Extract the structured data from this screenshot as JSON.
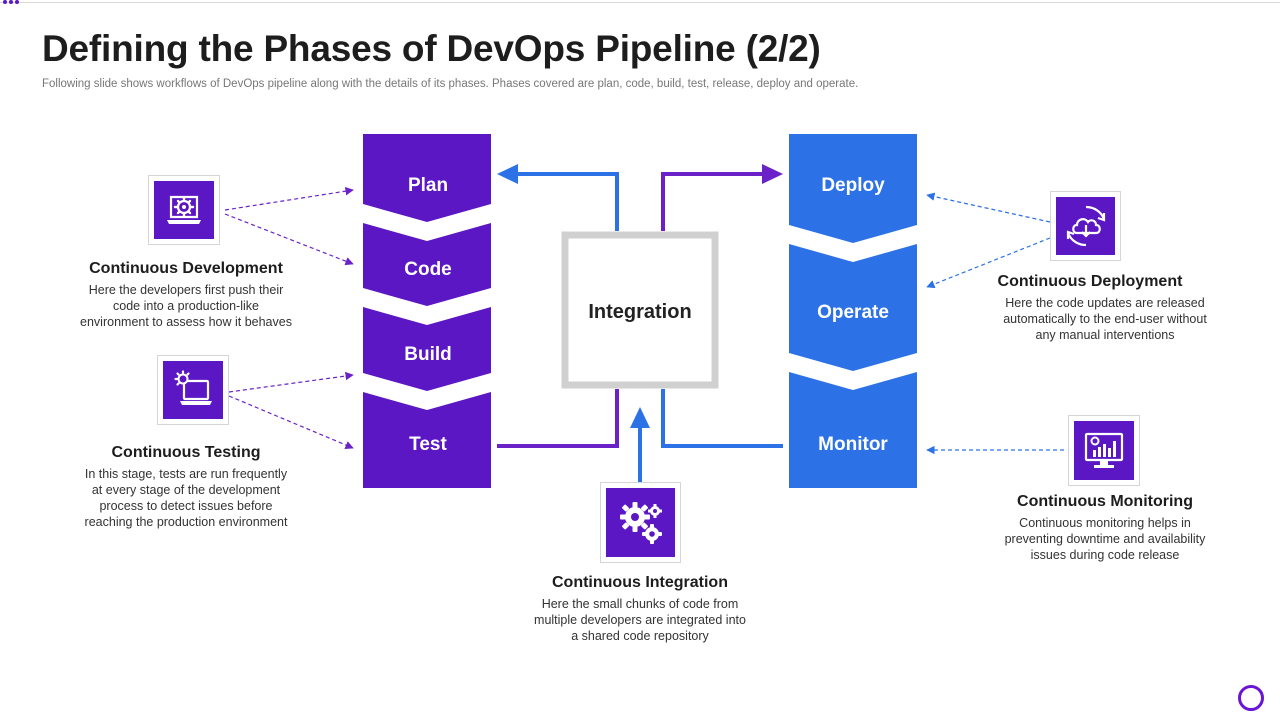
{
  "slide": {
    "title": "Defining the Phases of DevOps Pipeline (2/2)",
    "subtitle": "Following slide shows workflows of DevOps pipeline along with the details of its phases. Phases covered are plan, code, build, test, release, deploy and operate."
  },
  "left_phases": [
    "Plan",
    "Code",
    "Build",
    "Test"
  ],
  "right_phases": [
    "Deploy",
    "Operate",
    "Monitor"
  ],
  "center": {
    "label": "Integration"
  },
  "practices": {
    "development": {
      "title": "Continuous Development",
      "lines": [
        "Here the developers  first push their",
        "code into a production-like",
        "environment  to assess how it behaves"
      ],
      "icon": "laptop-gear-icon"
    },
    "testing": {
      "title": "Continuous Testing",
      "lines": [
        "In this stage, tests are run frequently",
        "at every  stage of the development",
        "process to detect issues before",
        "reaching the production  environment"
      ],
      "icon": "laptop-gear-icon"
    },
    "integration": {
      "title": "Continuous Integration",
      "lines": [
        "Here the small chunks of code from",
        "multiple developers  are integrated into",
        "a shared code repository"
      ],
      "icon": "gears-icon"
    },
    "deployment": {
      "title": "Continuous Deployment",
      "lines": [
        "Here the code updates are released",
        "automatically to the end-user without",
        "any manual interventions"
      ],
      "icon": "cloud-sync-icon"
    },
    "monitoring": {
      "title": "Continuous Monitoring",
      "lines": [
        "Continuous  monitoring helps in",
        "preventing  downtime and availability",
        "issues during code release"
      ],
      "icon": "monitor-chart-icon"
    }
  },
  "colors": {
    "purple": "#5b17c4",
    "blue": "#2c72e6",
    "connector_purple": "#6a22c8",
    "integration_border": "#d0d0d0"
  }
}
